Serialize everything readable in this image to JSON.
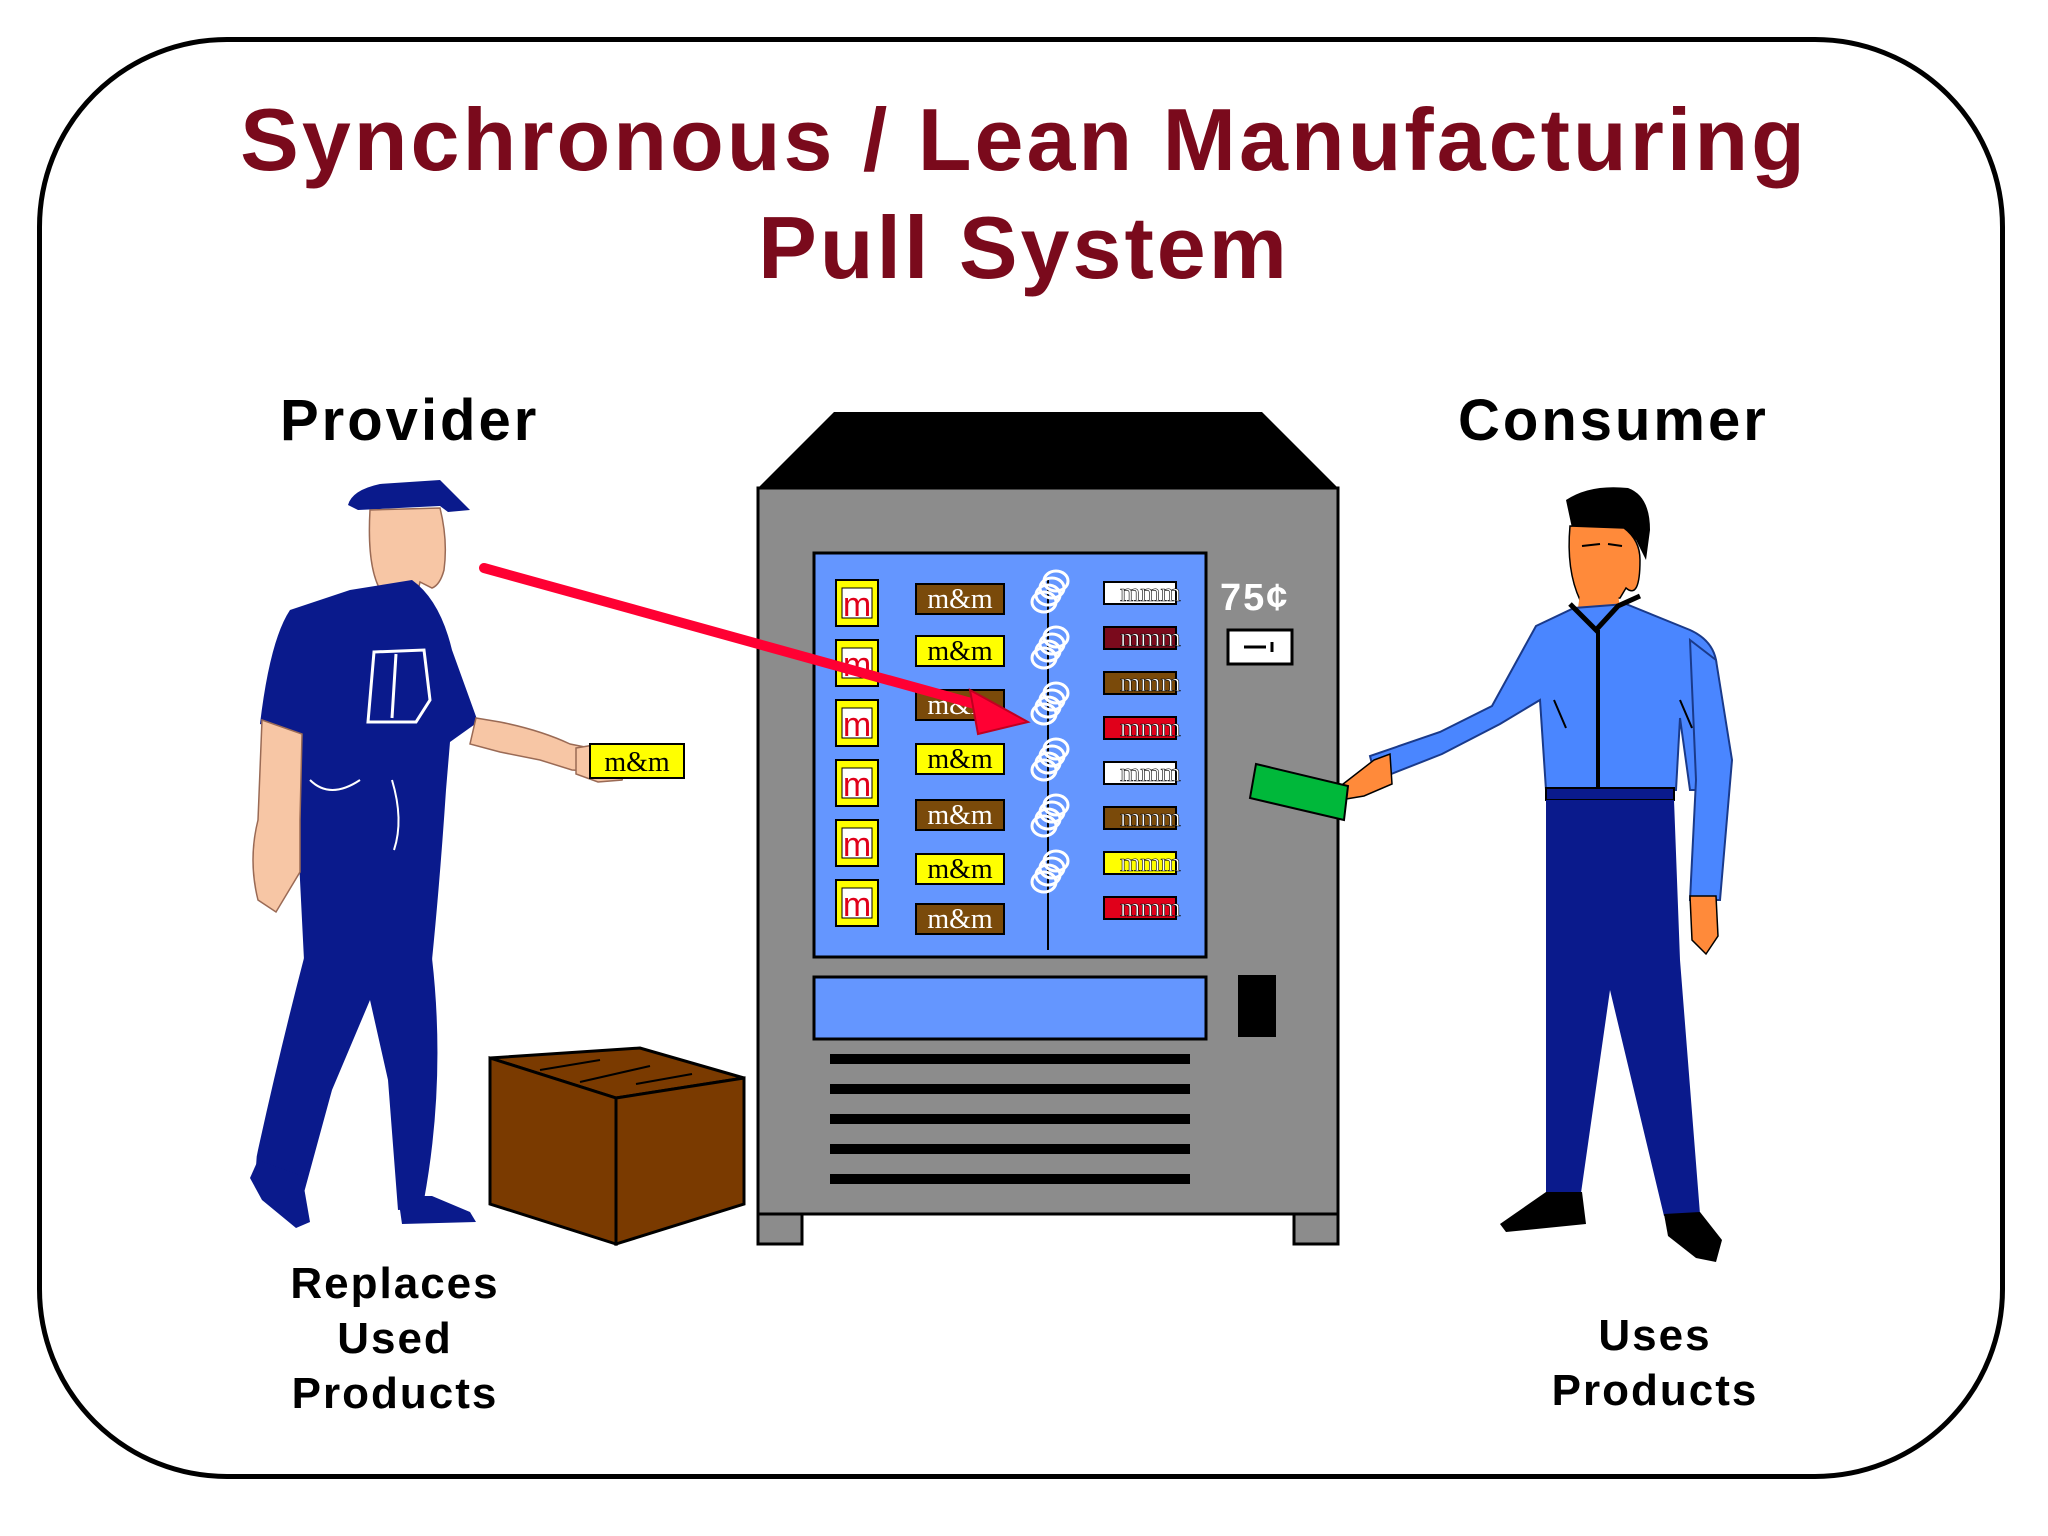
{
  "title": {
    "line1": "Synchronous / Lean Manufacturing",
    "line2": "Pull System"
  },
  "provider": {
    "label": "Provider",
    "caption_lines": [
      "Replaces",
      "Used",
      "Products"
    ],
    "held_item_label": "m&m"
  },
  "consumer": {
    "label": "Consumer",
    "caption_lines": [
      "Uses",
      "Products"
    ]
  },
  "vending_machine": {
    "price": "75¢",
    "product_label_brand": "m&m",
    "product_label_small": "m",
    "product_label_mini": "mmm"
  },
  "colors": {
    "title": "#7a0a1c",
    "uniform": "#0a1a8c",
    "skin_provider": "#f7c6a5",
    "shirt_consumer": "#4a86ff",
    "skin_consumer": "#ff8a3a",
    "machine_body": "#8c8c8c",
    "machine_roof": "#000000",
    "glass_panel": "#6496ff",
    "candy_yellow": "#ffff00",
    "candy_brown": "#7a4a0a",
    "candy_red": "#e0001a",
    "arrow": "#ff0033",
    "box": "#7a3a00",
    "money": "#00b83a"
  }
}
